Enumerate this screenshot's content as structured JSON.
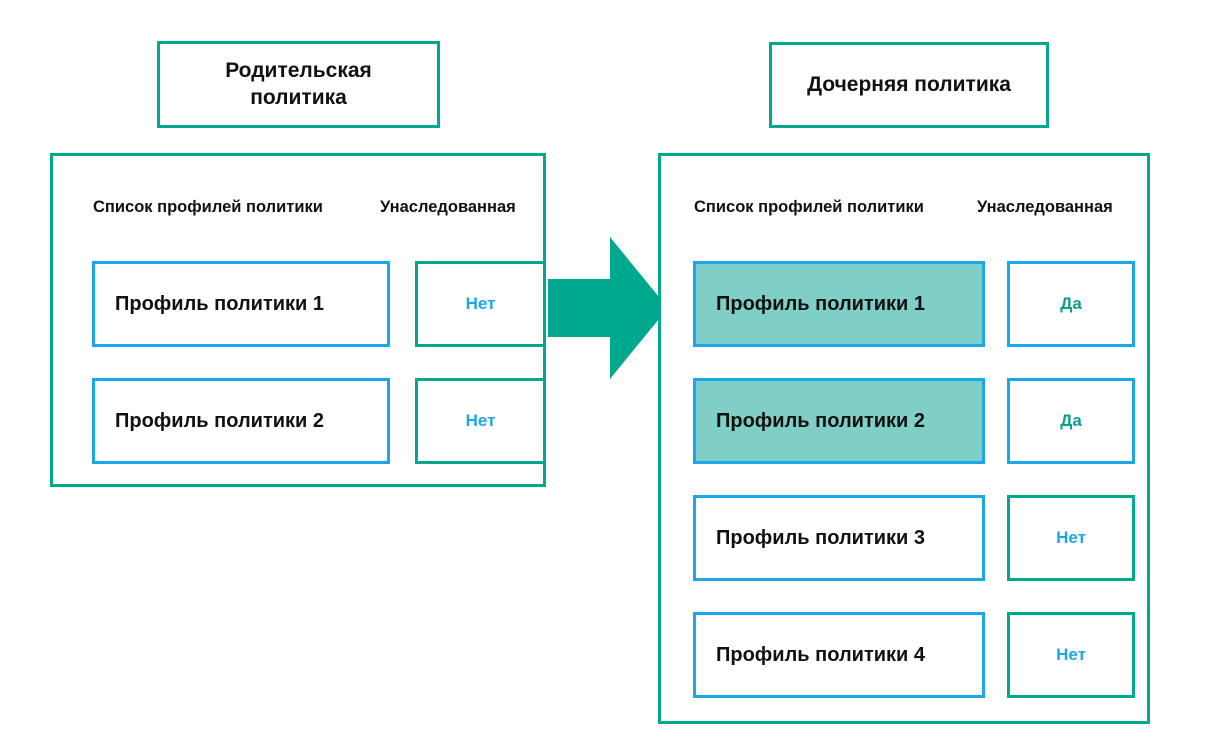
{
  "colors": {
    "green": "#00A88E",
    "blue": "#1BA7E8",
    "highlight_fill": "#7FCFC6",
    "yes_text": "#0DA08C",
    "no_text": "#1BA7E8",
    "background": "#FFFFFF"
  },
  "parent": {
    "title": "Родительская политика",
    "columns": {
      "name": "Список профилей политики",
      "inherited": "Унаследованная"
    },
    "rows": [
      {
        "name": "Профиль политики 1",
        "inherited": "Нет",
        "highlighted": false
      },
      {
        "name": "Профиль политики 2",
        "inherited": "Нет",
        "highlighted": false
      }
    ]
  },
  "child": {
    "title": "Дочерняя политика",
    "columns": {
      "name": "Список профилей политики",
      "inherited": "Унаследованная"
    },
    "rows": [
      {
        "name": "Профиль политики 1",
        "inherited": "Да",
        "highlighted": true
      },
      {
        "name": "Профиль политики 2",
        "inherited": "Да",
        "highlighted": true
      },
      {
        "name": "Профиль политики 3",
        "inherited": "Нет",
        "highlighted": false
      },
      {
        "name": "Профиль политики 4",
        "inherited": "Нет",
        "highlighted": false
      }
    ]
  },
  "arrow": {
    "icon": "arrow-right-icon",
    "direction": "right"
  }
}
